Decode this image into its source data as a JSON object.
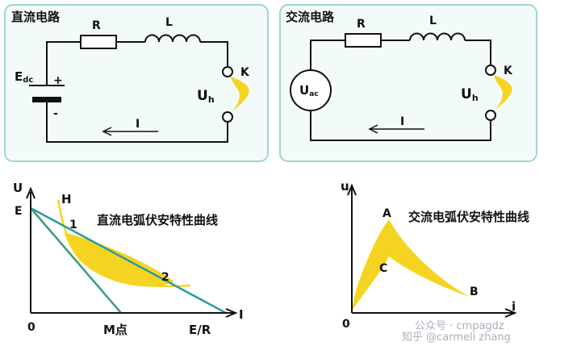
{
  "dc_circuit": {
    "title": "直流电路",
    "resistor_label": "R",
    "inductor_label": "L",
    "source_label_main": "E",
    "source_label_sub": "dc",
    "plus_sign": "+",
    "minus_sign": "-",
    "voltage_label_main": "U",
    "voltage_label_sub": "h",
    "switch_label": "K",
    "current_label": "I"
  },
  "ac_circuit": {
    "title": "交流电路",
    "resistor_label": "R",
    "inductor_label": "L",
    "source_label_main": "U",
    "source_label_sub": "ac",
    "voltage_label_main": "U",
    "voltage_label_sub": "h",
    "switch_label": "K",
    "current_label": "I"
  },
  "dc_curve": {
    "title": "直流电弧伏安特性曲线",
    "y_axis_label": "U",
    "x_axis_label": "I",
    "origin_label": "0",
    "e_label": "E",
    "h_label": "H",
    "point1_label": "1",
    "point2_label": "2",
    "m_label": "M点",
    "er_label": "E/R"
  },
  "ac_curve": {
    "title": "交流电弧伏安特性曲线",
    "y_axis_label": "u",
    "x_axis_label": "i",
    "origin_label": "0",
    "point_a_label": "A",
    "point_b_label": "B",
    "point_c_label": "C"
  },
  "watermark": {
    "text": "知乎 @carmeli zhang",
    "partial_overlay": "公众号 · cmpagdz"
  },
  "colors": {
    "panel_border": "#9ed6d0",
    "panel_fill": "#f3fbfa",
    "arc_fill": "#f5d421",
    "line_teal": "#2a9d9a",
    "line_green": "#3a9e7a",
    "wire": "#111111"
  }
}
